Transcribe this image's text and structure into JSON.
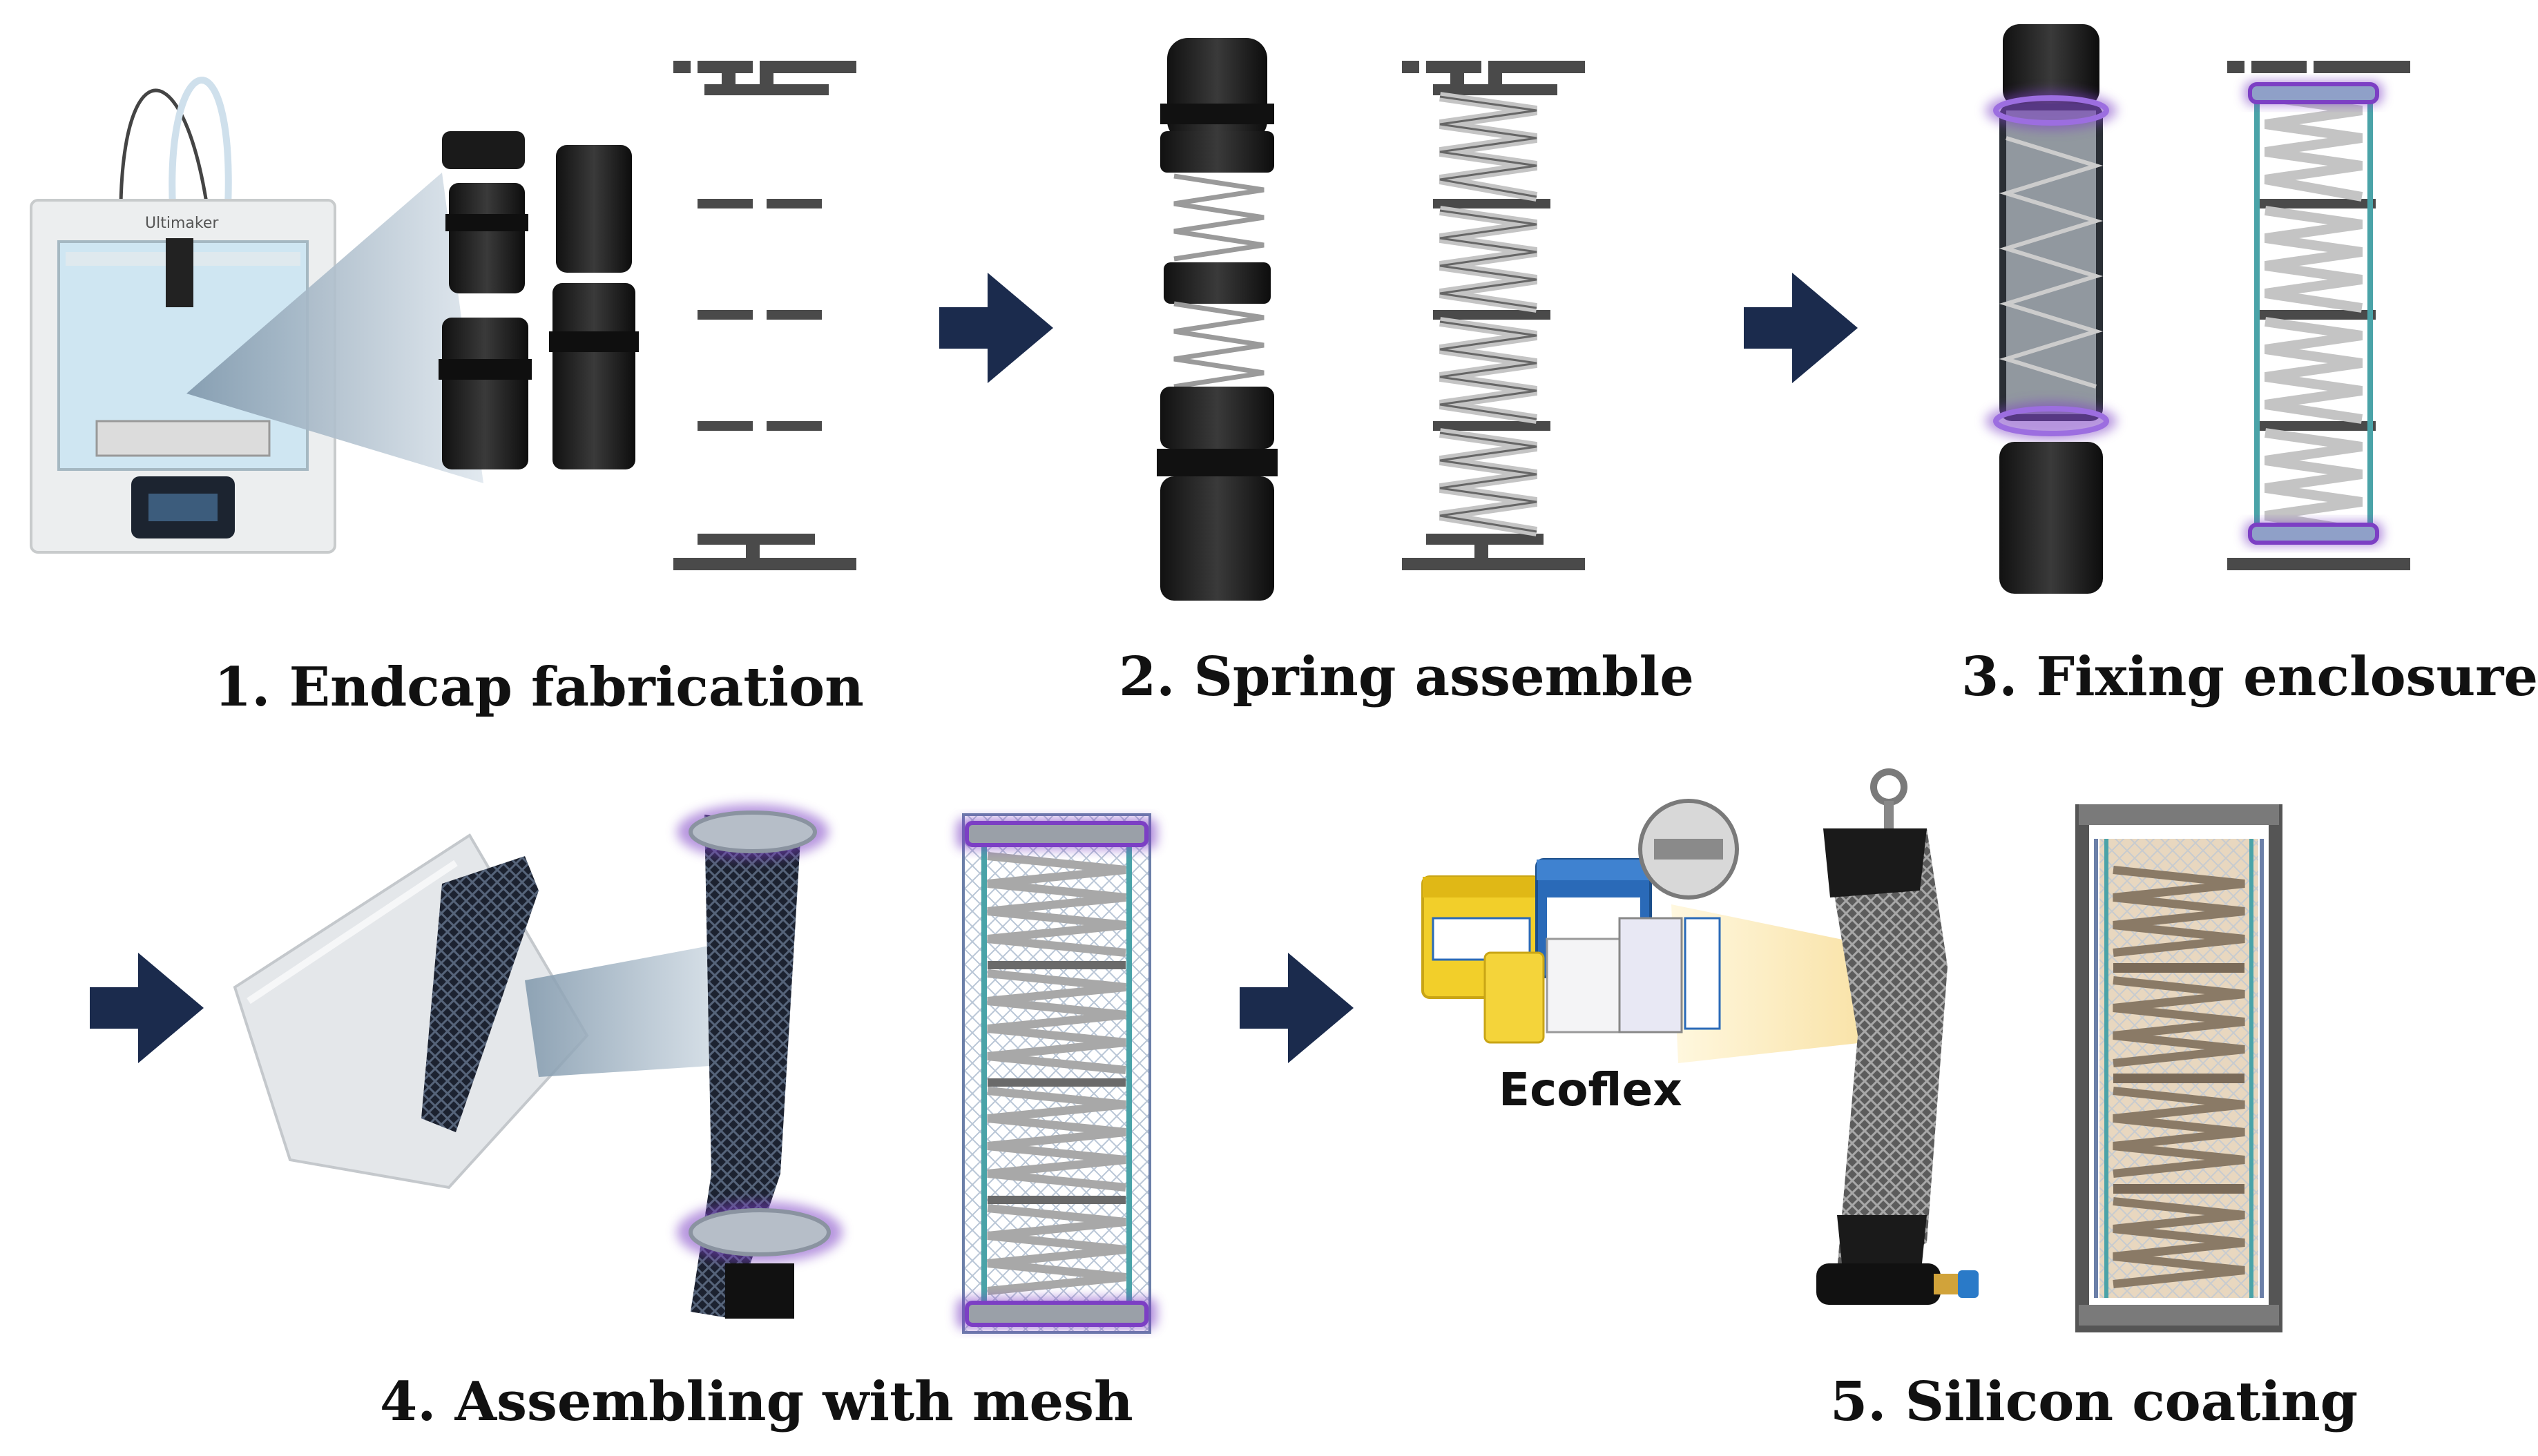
{
  "steps": [
    {
      "label": "1. Endcap fabrication"
    },
    {
      "label": "2. Spring assemble"
    },
    {
      "label": "3. Fixing enclosure"
    },
    {
      "label": "4. Assembling with mesh"
    },
    {
      "label": "5. Silicon coating"
    }
  ],
  "printer": {
    "brand": "Ultimaker"
  },
  "materials": {
    "label": "Ecoflex"
  },
  "colors": {
    "arrow": "#1b2b4d",
    "endcap": "#4a4a4a",
    "highlight": "#7c3fc4",
    "mesh_frame": "#4aa3a8",
    "coating": "#e8d7bf"
  }
}
